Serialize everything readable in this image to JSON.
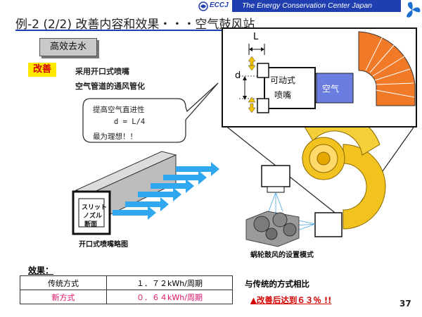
{
  "header": {
    "org_abbr": "ECCJ",
    "org_name": "The Energy Conservation Center Japan",
    "title": "例-2 (2/2) 改善内容和效果・・・空气鼓风站"
  },
  "tag": "高效去水",
  "improve": {
    "badge": "改善",
    "line1": "采用开口式喷嘴",
    "line2": "空气管道的通风管化"
  },
  "callout": {
    "line1": "提高空气直进性",
    "formula": "d = L/4",
    "line3": "最为理想！！"
  },
  "nozzle_detail": {
    "L": "L",
    "d": "d",
    "movable_l1": "可动式",
    "movable_l2": "喷嘴",
    "air": "空气"
  },
  "slit": {
    "label_l1": "スリット",
    "label_l2": "ノズル",
    "label_l3": "断面",
    "caption": "开口式喷嘴略图"
  },
  "blower_caption": "蜗轮鼓风的设置模式",
  "effect": {
    "heading": "效果：",
    "rows": [
      {
        "method": "传统方式",
        "value": "１．７２kWh/周期"
      },
      {
        "method": "新方式",
        "value": "０．６４kWh/周期"
      }
    ],
    "compare": "与传统的方式相比",
    "result": "▲改善后达到６３％ !!"
  },
  "page_number": "37",
  "colors": {
    "banner": "#1f3fb0",
    "highlight": "#ffe800",
    "red": "#d40000",
    "pink": "#e0106a",
    "orange": "#f07a28",
    "duct": "#f2c21e",
    "air_blue": "#2fa8f0"
  }
}
